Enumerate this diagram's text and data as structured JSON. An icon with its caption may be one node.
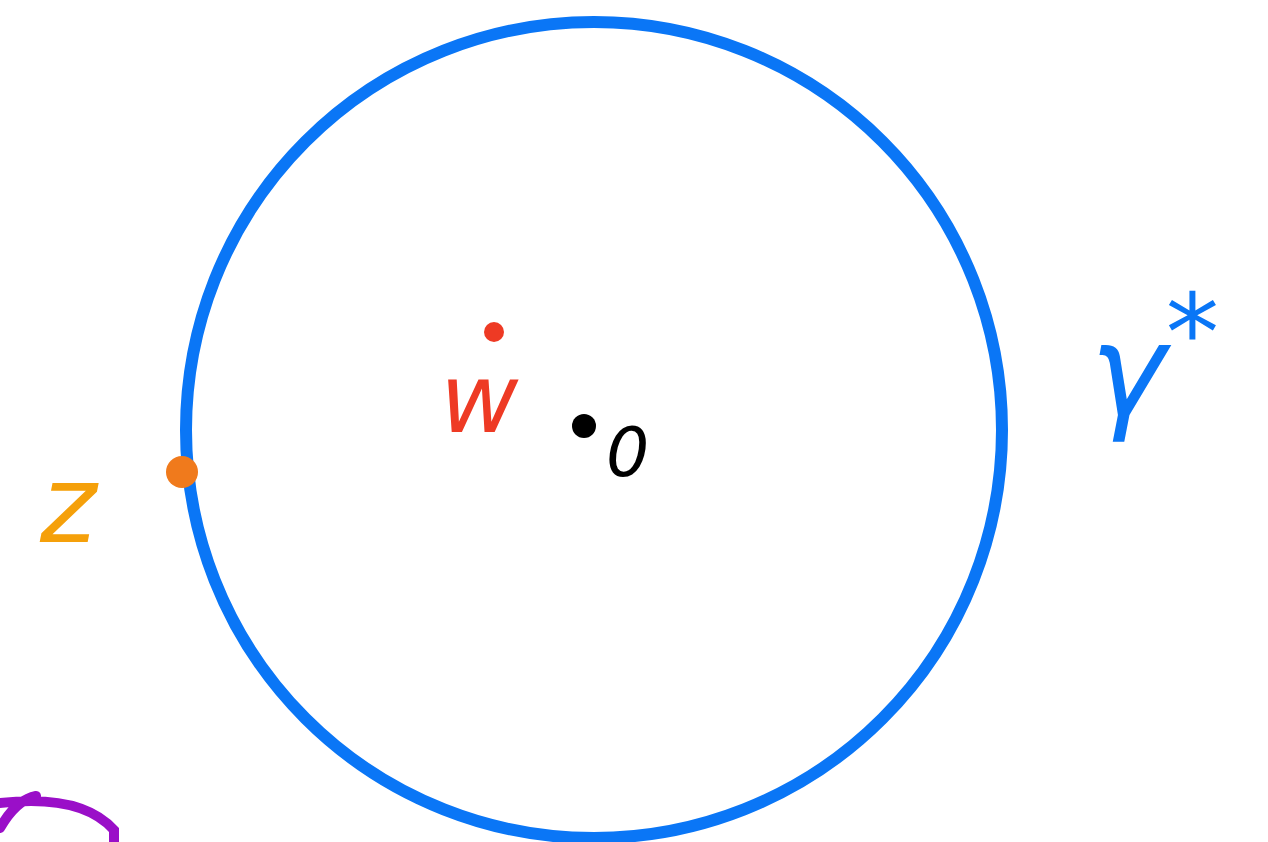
{
  "diagram": {
    "labels": [
      "w",
      "0",
      "z",
      "γ$^{*}$"
    ]
  }
}
